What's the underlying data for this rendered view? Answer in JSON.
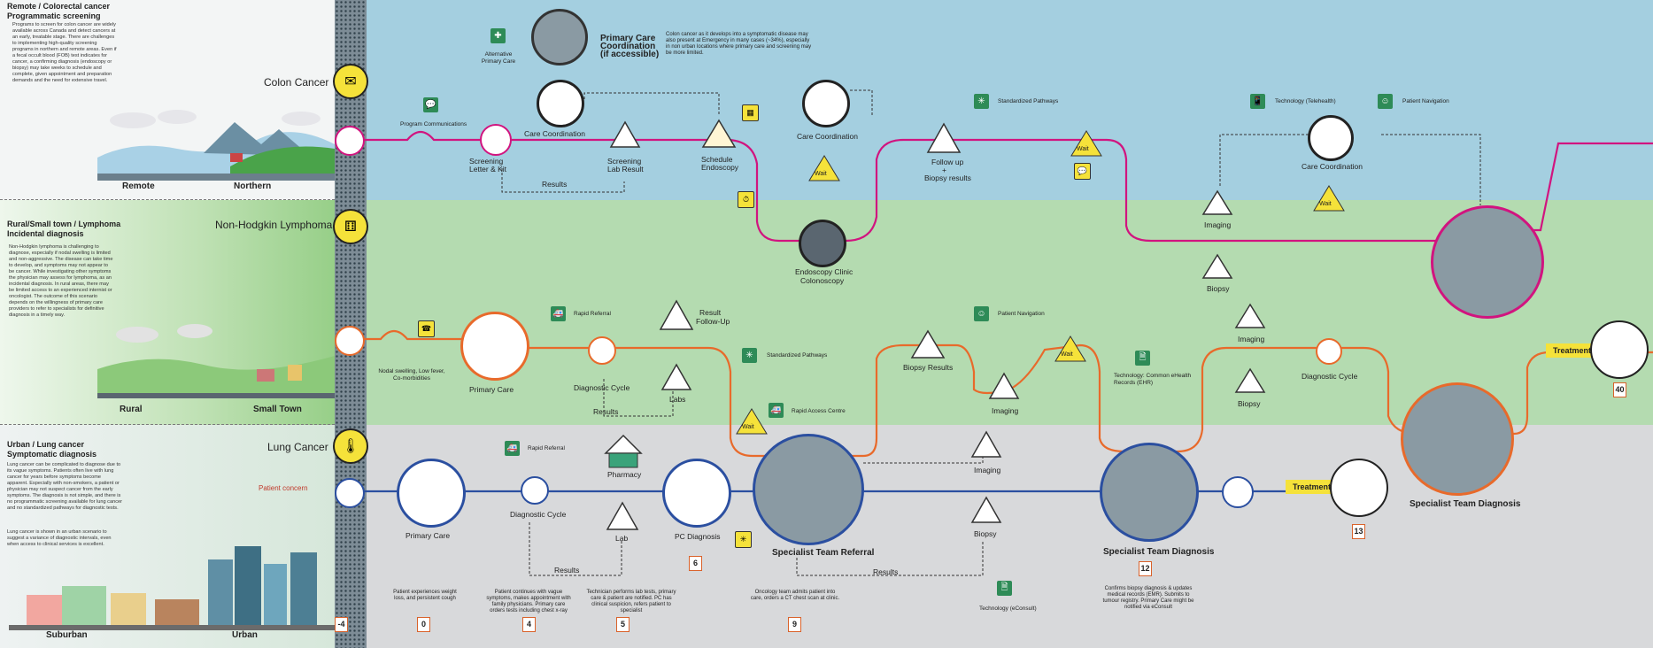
{
  "colors": {
    "colon_band": "#a4cfe0",
    "lymph_band": "#b4dbb0",
    "lung_band": "#d8d9db",
    "colon_path": "#d1147f",
    "lymph_path": "#e86a2b",
    "lung_path": "#2b4fa0",
    "wait_yellow": "#f5e23a",
    "badge_green": "#2e8b57"
  },
  "sidebar": {
    "colon": {
      "title1": "Remote / Colorectal cancer",
      "title2": "Programmatic screening",
      "body": "Programs to screen for colon cancer are widely available across Canada and detect cancers at an early, treatable stage. There are challenges to implementing high-quality screening programs in northern and remote areas. Even if a fecal occult blood (FOB) test indicates for cancer, a confirming diagnosis (endoscopy or biopsy) may take weeks to schedule and complete, given appointment and preparation demands and the need for extensive travel.",
      "cancer": "Colon Cancer",
      "place1": "Remote",
      "place2": "Northern"
    },
    "lymph": {
      "title1": "Rural/Small town / Lymphoma",
      "title2": "Incidental diagnosis",
      "body": "Non-Hodgkin lymphoma is challenging to diagnose, especially if nodal swelling is limited and non-aggressive. The disease can take time to develop, and symptoms may not appear to be cancer. While investigating other symptoms the physician may assess for lymphoma, as an incidental diagnosis. In rural areas, there may be limited access to an experienced internist or oncologist. The outcome of this scenario depends on the willingness of primary care providers to refer to specialists for definitive diagnosis in a timely way.",
      "cancer": "Non-Hodgkin Lymphoma",
      "place1": "Rural",
      "place2": "Small Town"
    },
    "lung": {
      "title1": "Urban / Lung cancer",
      "title2": "Symptomatic diagnosis",
      "body": "Lung cancer can be complicated to diagnose due to its vague symptoms. Patients often live with lung cancer for years before symptoms become apparent. Especially with non-smokers, a patient or physician may not suspect cancer from the early symptoms. The diagnosis is not simple, and there is no programmatic screening available for lung cancer and no standardized pathways for diagnostic tests.",
      "body2": "Lung cancer is shown in an urban scenario to suggest a variance of diagnostic intervals, even when access to clinical services is excellent.",
      "cancer": "Lung Cancer",
      "concern": "Patient concern",
      "place1": "Suburban",
      "place2": "Urban"
    }
  },
  "colon": {
    "alt_care": "Alternative Primary Care",
    "pcc1": "Primary Care",
    "pcc2": "Coordination",
    "pcc3": "(if accessible)",
    "note": "Colon cancer as it develops into a symptomatic disease may also present at Emergency in many cases (~34%), especially in non urban locations where primary care and screening may be more limited.",
    "program_comm": "Program Communications",
    "screening1": "Screening",
    "screening2": "Letter & Kit",
    "care_coord": "Care Coordination",
    "screen_lab1": "Screening",
    "screen_lab2": "Lab Result",
    "sched1": "Schedule",
    "sched2": "Endoscopy",
    "results": "Results",
    "care_coord2": "Care Coordination",
    "wait": "Wait",
    "endo1": "Endoscopy Clinic",
    "endo2": "Colonoscopy",
    "std_path": "Standardized Pathways",
    "followup1": "Follow up",
    "followup2": "+",
    "followup3": "Biopsy results",
    "tech_tele": "Technology (Telehealth)",
    "pat_nav": "Patient Navigation",
    "care_coord3": "Care Coordination",
    "imaging": "Imaging",
    "biopsy": "Biopsy"
  },
  "lymph": {
    "nodal": "Nodal swelling, Low fever, Co-morbidities",
    "primary_care": "Primary Care",
    "rapid_ref": "Rapid Referral",
    "diag_cycle": "Diagnostic Cycle",
    "results": "Results",
    "result_fu1": "Result",
    "result_fu2": "Follow-Up",
    "labs": "Labs",
    "std_path": "Standardized Pathways",
    "rapid_access": "Rapid Access Centre",
    "wait": "Wait",
    "biopsy_results": "Biopsy Results",
    "pat_nav": "Patient Navigation",
    "imaging": "Imaging",
    "tech_emr": "Technology: Common eHealth Records (EHR)",
    "imaging2": "Imaging",
    "biopsy2": "Biopsy",
    "diag_cycle2": "Diagnostic Cycle",
    "treatment": "Treatment",
    "num": "40",
    "specialist": "Specialist Team Diagnosis"
  },
  "lung": {
    "primary_care": "Primary Care",
    "rapid_ref": "Rapid Referral",
    "diag_cycle": "Diagnostic Cycle",
    "pharmacy": "Pharmacy",
    "lab": "Lab",
    "results": "Results",
    "pc_diag": "PC Diagnosis",
    "num6": "6",
    "spec_ref": "Specialist Team Referral",
    "imaging": "Imaging",
    "biopsy": "Biopsy",
    "results2": "Results",
    "spec_diag": "Specialist Team Diagnosis",
    "num12": "12",
    "treatment": "Treatment",
    "num13": "13",
    "tech_econsult": "Technology (eConsult)",
    "n0": "0",
    "n4": "4",
    "n5": "5",
    "n9": "9",
    "nm4": "-4",
    "d0": "Patient experiences weight loss, and persistent cough",
    "d4": "Patient continues with vague symptoms, makes appointment with family physicians. Primary care orders tests including chest x-ray",
    "d5": "Technician performs lab tests, primary care & patient are notified. PC has clinical suspicion, refers patient to specialist",
    "d9": "Oncology team admits patient into care, orders a CT chest scan at clinic.",
    "d12": "Confirms biopsy diagnosis & updates medical records (EMR). Submits to tumour registry. Primary Care might be notified via eConsult"
  }
}
